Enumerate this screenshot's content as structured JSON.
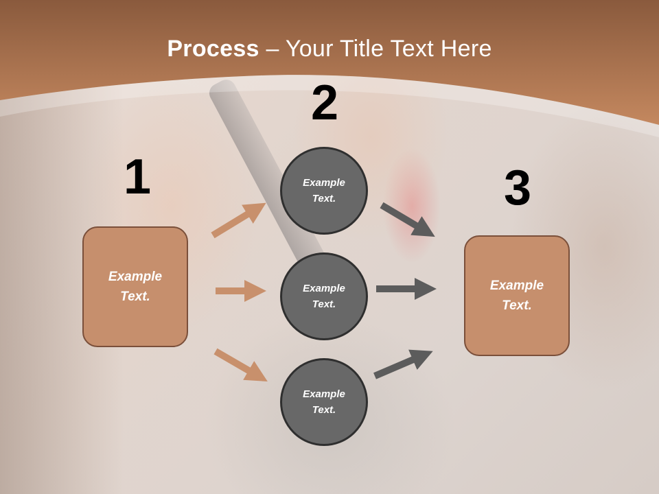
{
  "title": {
    "bold": "Process",
    "rest": " – Your Title Text Here"
  },
  "steps": [
    {
      "number": "1",
      "text": "Example\nText."
    },
    {
      "number": "2",
      "items": [
        {
          "text": "Example\nText."
        },
        {
          "text": "Example\nText."
        },
        {
          "text": "Example\nText."
        }
      ]
    },
    {
      "number": "3",
      "text": "Example\nText."
    }
  ],
  "colors": {
    "box_fill": "#c68f6d",
    "box_border": "#7a4f3a",
    "circle_fill": "#686868",
    "circle_border": "#2f2f2f",
    "left_arrows": "#c8906c",
    "right_arrows": "#5c5c5c",
    "header": "#a0674a"
  }
}
